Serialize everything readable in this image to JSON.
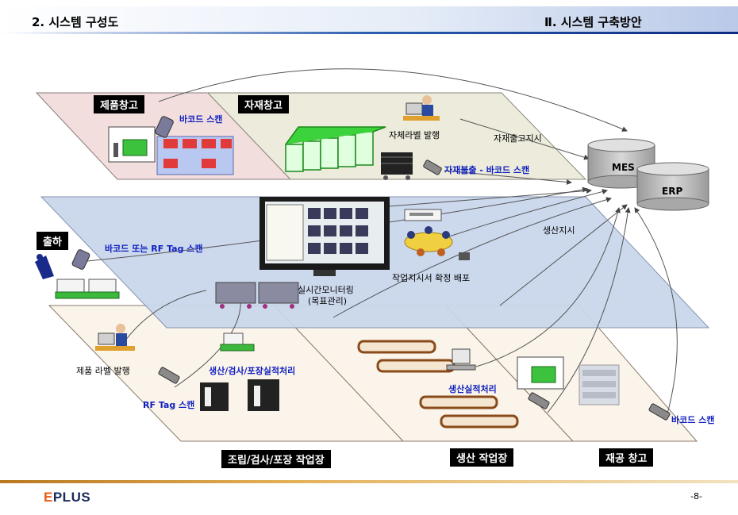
{
  "header": {
    "left_title": "2. 시스템 구성도",
    "right_title": "Ⅱ. 시스템 구축방안"
  },
  "zones": {
    "product_warehouse": "제품창고",
    "material_warehouse": "자재창고",
    "shipping": "출하",
    "assembly": "조립/검사/포장 작업장",
    "production": "생산 작업장",
    "wip": "재공 창고"
  },
  "systems": {
    "mes": "MES",
    "erp": "ERP"
  },
  "labels": {
    "barcode_scan_top": "바코드 스캔",
    "self_label_issue": "자체라벨 발행",
    "material_io_instruction": "자재출고지시",
    "material_issue_scan": "자재불출 - 바코드 스캔",
    "barcode_rf_scan": "바코드 또는 RF Tag 스캔",
    "production_instruction": "생산지시",
    "work_order_distribute": "작업지시서 확정 배포",
    "realtime_monitoring": "실시간모니터링",
    "target_mgmt": "(목표관리)",
    "product_label_issue": "제품 라벨 발행",
    "prod_inspect_pack": "생산/검사/포장실적처리",
    "rf_tag_scan": "RF Tag 스캔",
    "prod_result": "생산실적처리",
    "barcode_scan_right": "바코드 스캔"
  },
  "footer": {
    "logo_prefix": "E",
    "logo_rest": "PLUS",
    "page": "-8-"
  },
  "colors": {
    "top_plane_pink": "#f3dede",
    "top_plane_beige": "#ecebdc",
    "mid_plane": "#c9d7ec",
    "bottom_plane": "#fbf4ea",
    "accent_blue": "#1020c0",
    "logo_orange": "#e85a10"
  }
}
